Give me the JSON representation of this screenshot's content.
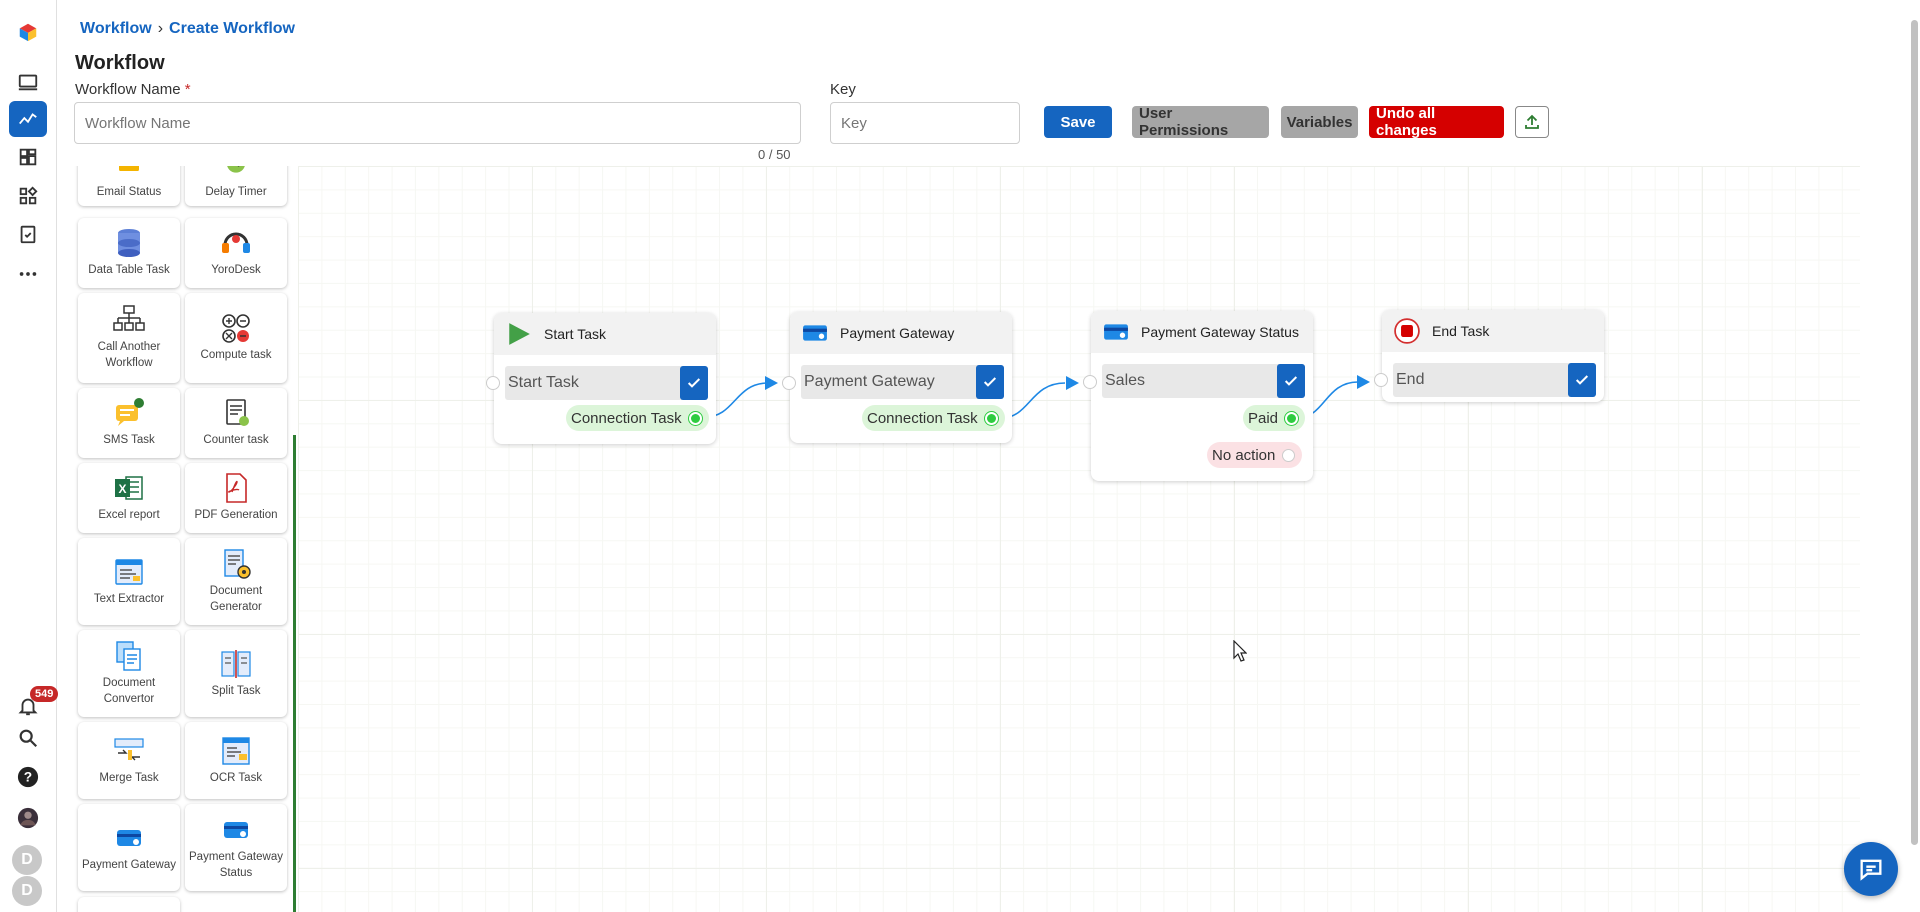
{
  "breadcrumb": {
    "root": "Workflow",
    "separator": "›",
    "current": "Create Workflow"
  },
  "page_title": "Workflow",
  "form": {
    "name_label": "Workflow Name",
    "required_mark": "*",
    "name_placeholder": "Workflow Name",
    "name_value": "",
    "name_counter": "0 / 50",
    "key_label": "Key",
    "key_placeholder": "Key",
    "key_value": ""
  },
  "toolbar": {
    "save_label": "Save",
    "permissions_label": "User Permissions",
    "variables_label": "Variables",
    "undo_label": "Undo all changes",
    "export_icon": "upload-icon"
  },
  "colors": {
    "primary": "#1565c0",
    "danger": "#d50000",
    "neutral_button": "#a6a6a6",
    "success_dot": "#2ecc40",
    "notification_badge": "#c62828"
  },
  "rail": {
    "notification_count": "549",
    "icons": [
      "app-logo",
      "monitor-icon",
      "workflow-icon",
      "dashboard-icon",
      "widgets-icon",
      "task-icon",
      "more-icon",
      "bell-icon",
      "search-icon",
      "help-icon",
      "avatar",
      "d-avatar",
      "d-avatar"
    ],
    "avatar_letters": [
      "D",
      "D"
    ]
  },
  "palette": {
    "items": [
      {
        "label": "Email Status",
        "icon": "email-icon"
      },
      {
        "label": "Delay Timer",
        "icon": "timer-icon"
      },
      {
        "label": "Data Table Task",
        "icon": "database-icon"
      },
      {
        "label": "YoroDesk",
        "icon": "headset-icon"
      },
      {
        "label": "Call Another Workflow",
        "icon": "flow-chart-icon"
      },
      {
        "label": "Compute task",
        "icon": "calculator-icon"
      },
      {
        "label": "SMS Task",
        "icon": "sms-icon"
      },
      {
        "label": "Counter task",
        "icon": "counter-icon"
      },
      {
        "label": "Excel report",
        "icon": "excel-icon"
      },
      {
        "label": "PDF Generation",
        "icon": "pdf-icon"
      },
      {
        "label": "Text Extractor",
        "icon": "text-extract-icon"
      },
      {
        "label": "Document Generator",
        "icon": "document-gear-icon"
      },
      {
        "label": "Document Convertor",
        "icon": "document-convert-icon"
      },
      {
        "label": "Split Task",
        "icon": "split-icon"
      },
      {
        "label": "Merge Task",
        "icon": "merge-icon"
      },
      {
        "label": "OCR Task",
        "icon": "ocr-icon"
      },
      {
        "label": "Payment Gateway",
        "icon": "credit-card-icon"
      },
      {
        "label": "Payment Gateway Status",
        "icon": "credit-card-status-icon"
      }
    ]
  },
  "nodes": {
    "start": {
      "title": "Start Task",
      "field": "Start Task",
      "output": "Connection Task"
    },
    "payment": {
      "title": "Payment Gateway",
      "field": "Payment Gateway",
      "output": "Connection Task"
    },
    "status": {
      "title": "Payment Gateway Status",
      "field": "Sales",
      "outputs": [
        "Paid",
        "No action"
      ]
    },
    "end": {
      "title": "End Task",
      "field": "End"
    }
  }
}
